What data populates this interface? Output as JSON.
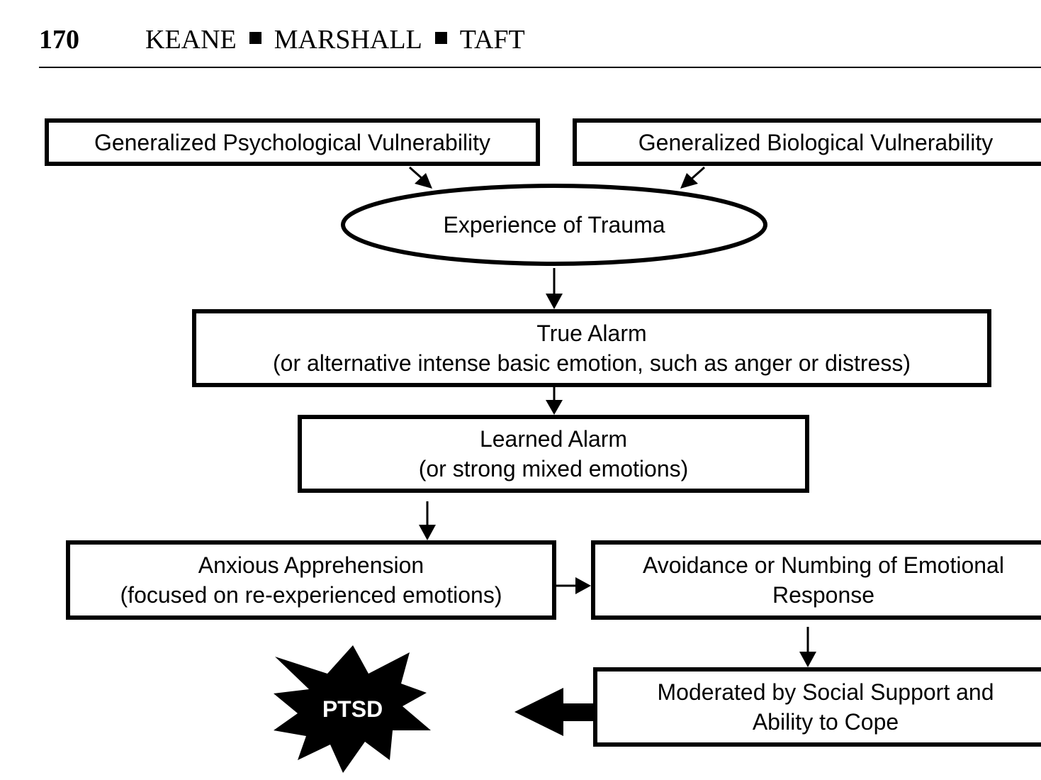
{
  "header": {
    "page_number": "170",
    "authors": [
      "KEANE",
      "MARSHALL",
      "TAFT"
    ]
  },
  "diagram": {
    "nodes": {
      "psych_vulnerability": {
        "lines": [
          "Generalized Psychological Vulnerability"
        ]
      },
      "bio_vulnerability": {
        "lines": [
          "Generalized Biological Vulnerability"
        ]
      },
      "trauma": {
        "lines": [
          "Experience of Trauma"
        ]
      },
      "true_alarm": {
        "lines": [
          "True Alarm",
          "(or alternative intense basic emotion, such as anger or distress)"
        ]
      },
      "learned_alarm": {
        "lines": [
          "Learned Alarm",
          "(or strong mixed emotions)"
        ]
      },
      "anxious_apprehension": {
        "lines": [
          "Anxious Apprehension",
          "(focused on re-experienced emotions)"
        ]
      },
      "avoidance": {
        "lines": [
          "Avoidance or Numbing of Emotional",
          "Response"
        ]
      },
      "moderated": {
        "lines": [
          "Moderated by Social Support and",
          "Ability to Cope"
        ]
      },
      "ptsd": {
        "lines": [
          "PTSD"
        ]
      }
    },
    "edges": [
      {
        "from": "psych_vulnerability",
        "to": "trauma"
      },
      {
        "from": "bio_vulnerability",
        "to": "trauma"
      },
      {
        "from": "trauma",
        "to": "true_alarm"
      },
      {
        "from": "true_alarm",
        "to": "learned_alarm"
      },
      {
        "from": "learned_alarm",
        "to": "anxious_apprehension"
      },
      {
        "from": "anxious_apprehension",
        "to": "avoidance"
      },
      {
        "from": "avoidance",
        "to": "moderated"
      },
      {
        "from": "moderated",
        "to": "ptsd"
      }
    ]
  }
}
